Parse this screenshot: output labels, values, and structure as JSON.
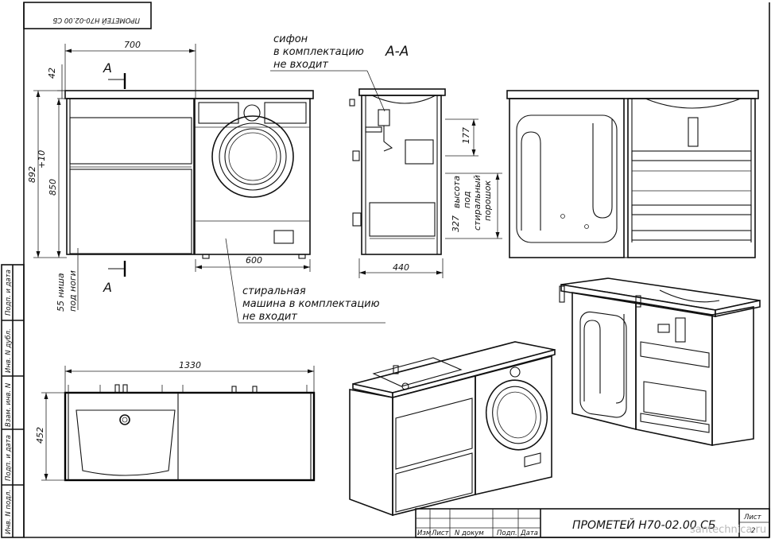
{
  "drawing": {
    "stamp_code": "ПРОМЕТЕЙ Н70-02.00 СБ",
    "title_block": {
      "designation": "ПРОМЕТЕЙ Н70-02.00 СБ",
      "sheet_label": "Лист",
      "sheet_number": "2",
      "columns": [
        "Изм",
        "Лист",
        "N докум",
        "Подп.",
        "Дата"
      ]
    },
    "side_strip": [
      "Подп. и дата",
      "Инв. N дубл.",
      "Взам. инв. N",
      "Подп. и дата",
      "Инв. N подл."
    ],
    "watermark": "santechnica.ru"
  },
  "front_view": {
    "dims": {
      "width_left": "700",
      "top_thickness": "42",
      "overall_height": "892",
      "height_main": "850",
      "tolerance": "+10",
      "width_machine": "600",
      "niche": "55 ниша",
      "niche_sub": "под ноги"
    },
    "section_mark": "A",
    "section_mark_bottom": "A"
  },
  "section_view": {
    "title": "A-A",
    "dims": {
      "depth": "440",
      "upper": "177",
      "lower": "327",
      "lower_note_1": "высота",
      "lower_note_2": "под",
      "lower_note_3": "стиральный",
      "lower_note_4": "порошок"
    }
  },
  "notes": {
    "siphon": [
      "сифон",
      "в комплектацию",
      "не входит"
    ],
    "machine": [
      "стиральная",
      "машина в комплектацию",
      "не входит"
    ]
  },
  "top_view": {
    "dims": {
      "length": "1330",
      "depth": "452"
    }
  }
}
